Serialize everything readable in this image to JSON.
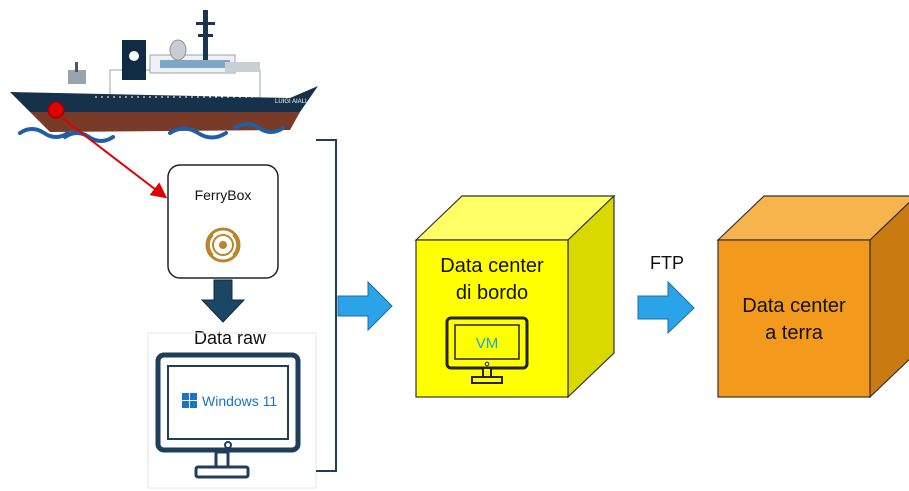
{
  "ship": {
    "hull_name": "LUIGI AIALLO"
  },
  "ferrybox": {
    "label": "FerryBox"
  },
  "raw_data": {
    "label": "Data raw"
  },
  "windows": {
    "label": "Windows 11"
  },
  "onboard": {
    "line1": "Data center",
    "line2": "di bordo",
    "vm_label": "VM"
  },
  "transfer": {
    "label": "FTP"
  },
  "ground": {
    "line1": "Data center",
    "line2": "a terra"
  },
  "colors": {
    "ship_hull_top": "#15324a",
    "ship_hull_bottom": "#7a3a28",
    "sensor_dot": "#e00000",
    "sea_wave": "#1e5fa8",
    "ferrybox_icon": "#b8862c",
    "down_arrow": "#1b4664",
    "blue_arrow": "#2aa3e8",
    "monitor_outline": "#1f3e5a",
    "windows_blue": "#1a73c8",
    "onboard_front": "#ffff00",
    "onboard_side": "#d9d900",
    "onboard_top": "#ffff66",
    "vm_text": "#1aa6d6",
    "ground_front": "#f39a1c",
    "ground_side": "#c97a10",
    "ground_top": "#f7b44d"
  }
}
